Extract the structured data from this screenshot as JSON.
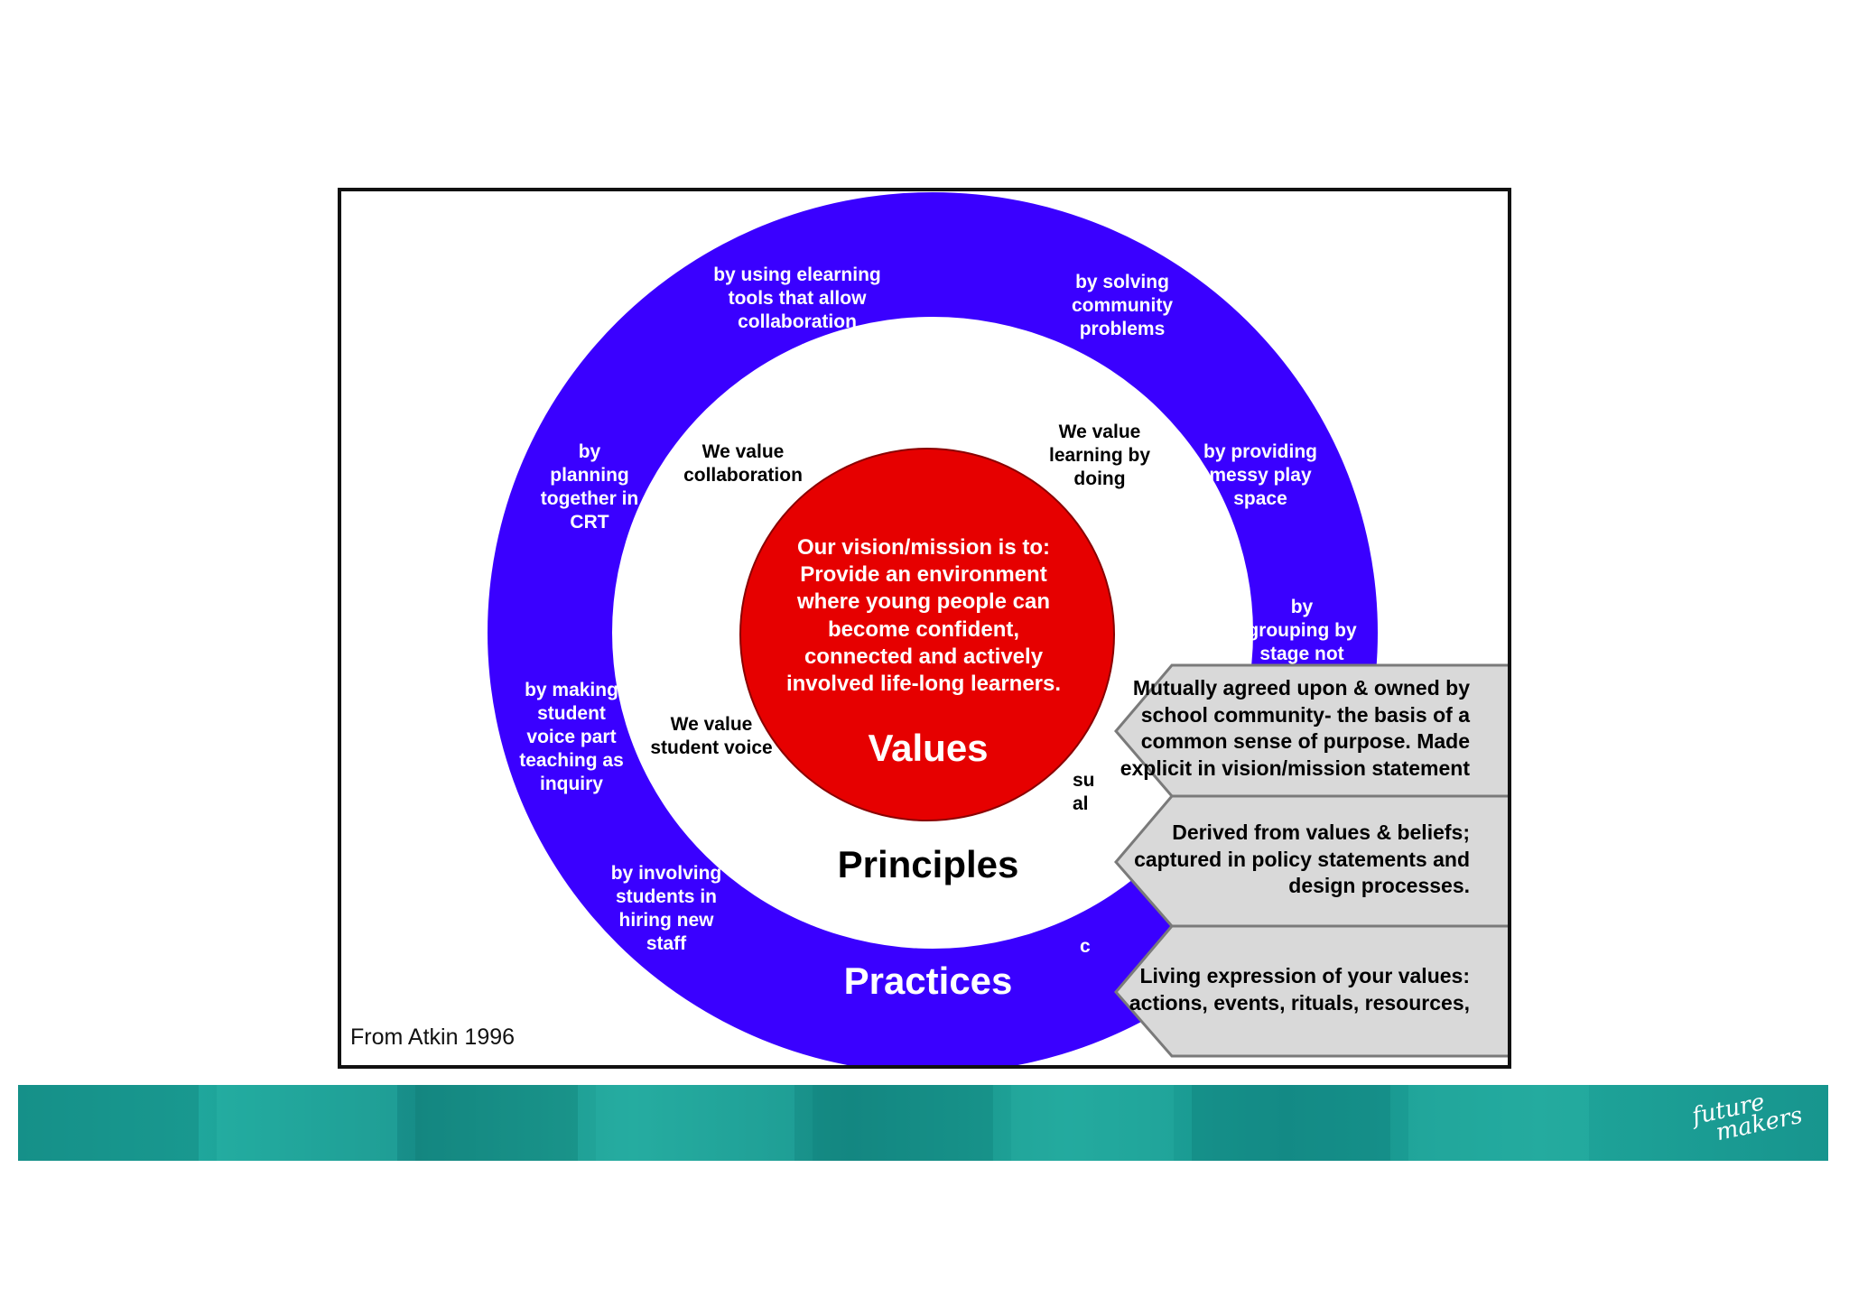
{
  "diagram": {
    "mission": "Our vision/mission is to:\nProvide an environment\nwhere young people can\nbecome confident,\nconnected and actively\ninvolved life-long learners.",
    "center_labels": {
      "values": "Values",
      "principles": "Principles",
      "practices": "Practices"
    },
    "principles": [
      {
        "id": "collaboration",
        "text": "We value\ncollaboration"
      },
      {
        "id": "learning-by-doing",
        "text": "We value\nlearning by\ndoing"
      },
      {
        "id": "student-voice",
        "text": "We value\nstudent voice"
      },
      {
        "id": "partial-1",
        "text": "su\nal"
      },
      {
        "id": "partial-2",
        "text": "c"
      }
    ],
    "practices": [
      {
        "id": "elearning",
        "text": "by using elearning\ntools that allow\ncollaboration"
      },
      {
        "id": "community",
        "text": "by solving\ncommunity\nproblems"
      },
      {
        "id": "crt",
        "text": "by\nplanning\ntogether in\nCRT"
      },
      {
        "id": "messy-play",
        "text": "by providing\nmessy play\nspace"
      },
      {
        "id": "grouping",
        "text": "by\ngrouping by\nstage not"
      },
      {
        "id": "inquiry",
        "text": "by making\nstudent\nvoice part\nteaching as\ninquiry"
      },
      {
        "id": "hiring",
        "text": "by involving\nstudents in\nhiring new\nstaff"
      }
    ],
    "callouts": [
      {
        "id": "values-callout",
        "text": "Mutually agreed upon & owned by\nschool community- the basis of a\ncommon sense of purpose. Made\nexplicit in vision/mission statement"
      },
      {
        "id": "principles-callout",
        "text": "Derived from values & beliefs;\ncaptured in policy statements and\ndesign processes."
      },
      {
        "id": "practices-callout",
        "text": "Living expression of your values:\nactions, events, rituals, resources,"
      }
    ],
    "source": "From Atkin 1996"
  },
  "banner": {
    "logo_line1": "future",
    "logo_line2": "makers"
  },
  "colors": {
    "outer_ring": "#3a00ff",
    "core": "#e60000",
    "callout_fill": "#d9d9d9",
    "banner": "#1fa39a"
  }
}
